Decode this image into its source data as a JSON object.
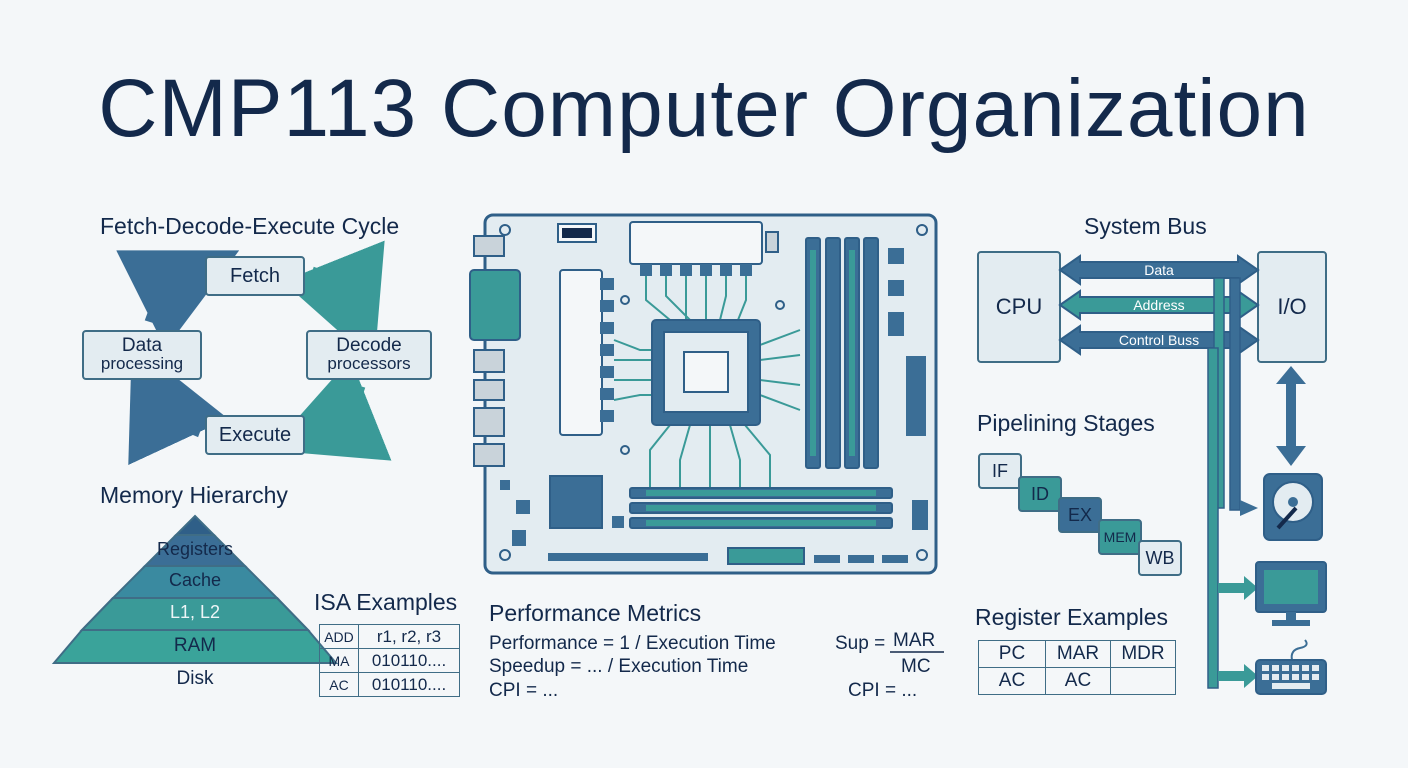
{
  "title": "CMP113 Computer Organization",
  "fde": {
    "heading": "Fetch-Decode-Execute Cycle",
    "fetch": "Fetch",
    "decode_l1": "Decode",
    "decode_l2": "processors",
    "execute": "Execute",
    "data_l1": "Data",
    "data_l2": "processing"
  },
  "memory": {
    "heading": "Memory Hierarchy",
    "levels": [
      "Registers",
      "Cache",
      "L1, L2",
      "RAM",
      "Disk"
    ]
  },
  "isa": {
    "heading": "ISA Examples",
    "rows": [
      [
        "ADD",
        "r1, r2, r3"
      ],
      [
        "MA",
        "010110...."
      ],
      [
        "AC",
        "010110...."
      ]
    ]
  },
  "performance": {
    "heading": "Performance Metrics",
    "line1": "Performance = 1 / Execution Time",
    "line2": "Speedup = ... / Execution Time",
    "line3": "CPI = ...",
    "sup_label": "Sup =",
    "sup_num": "MAR",
    "sup_den": "MC",
    "cpi2": "CPI = ..."
  },
  "bus": {
    "heading": "System Bus",
    "cpu": "CPU",
    "io": "I/O",
    "data": "Data",
    "address": "Address",
    "control": "Control Buss"
  },
  "pipeline": {
    "heading": "Pipelining Stages",
    "stages": [
      "IF",
      "ID",
      "EX",
      "MEM",
      "WB"
    ]
  },
  "registers": {
    "heading": "Register Examples",
    "rows": [
      [
        "PC",
        "MAR",
        "MDR"
      ],
      [
        "AC",
        "AC",
        ""
      ]
    ]
  },
  "colors": {
    "navy": "#13294b",
    "blue": "#3b6e96",
    "teal": "#3a9a98",
    "light": "#e3ecf1"
  },
  "icons": [
    "cycle-arrow-icon",
    "motherboard-icon",
    "hard-disk-icon",
    "monitor-icon",
    "keyboard-icon"
  ]
}
